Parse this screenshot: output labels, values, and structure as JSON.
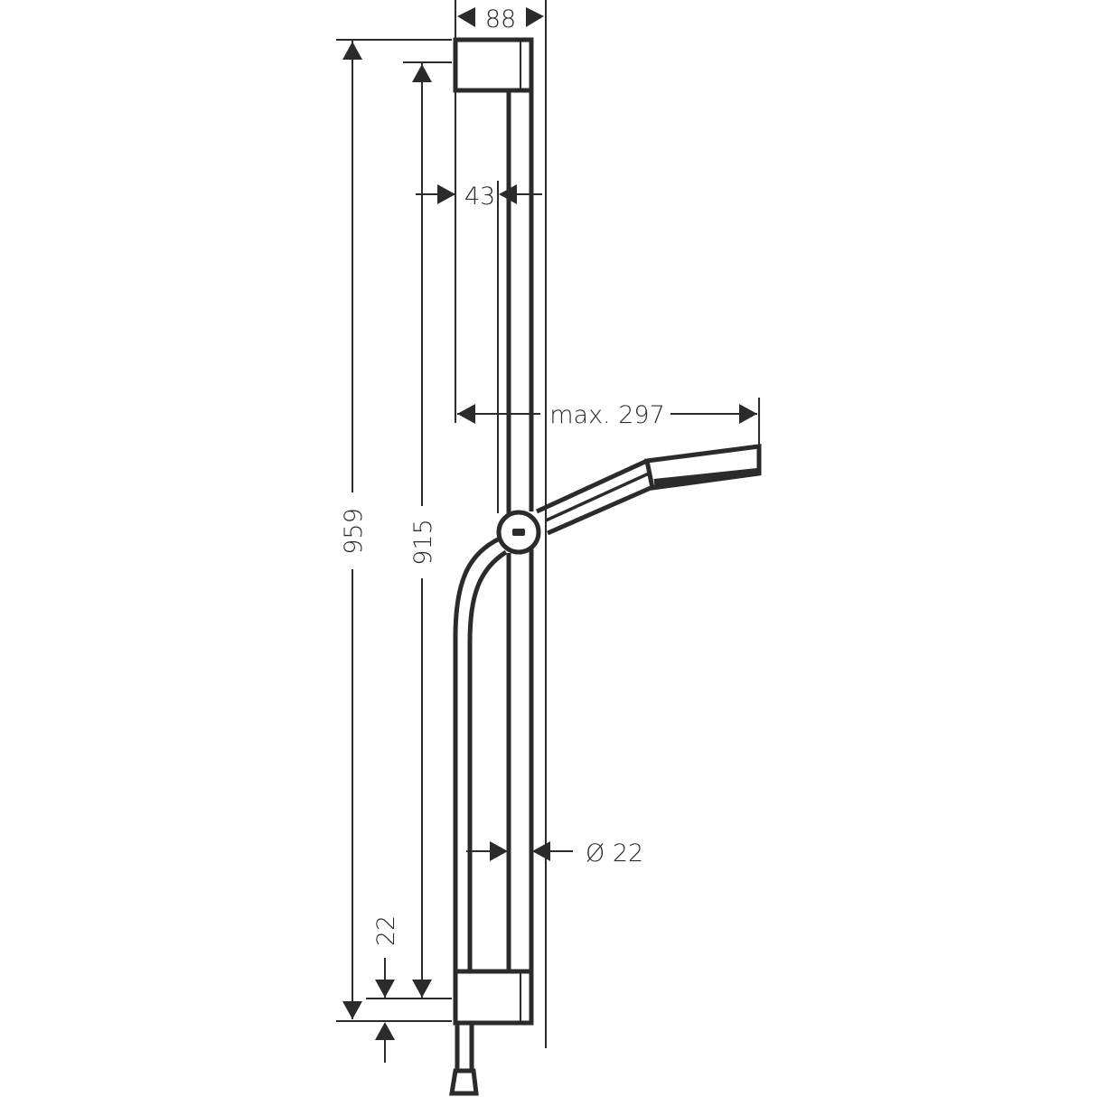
{
  "drawing": {
    "subject": "Shower rail set with hand shower",
    "units": "mm"
  },
  "dimensions": {
    "top_width": "88",
    "wall_offset": "43",
    "max_reach": "max. 297",
    "total_height": "959",
    "rail_height": "915",
    "bottom_offset": "22",
    "rail_diameter": "Ø 22"
  },
  "colors": {
    "line": "#2b2b2b",
    "background": "#ffffff"
  }
}
